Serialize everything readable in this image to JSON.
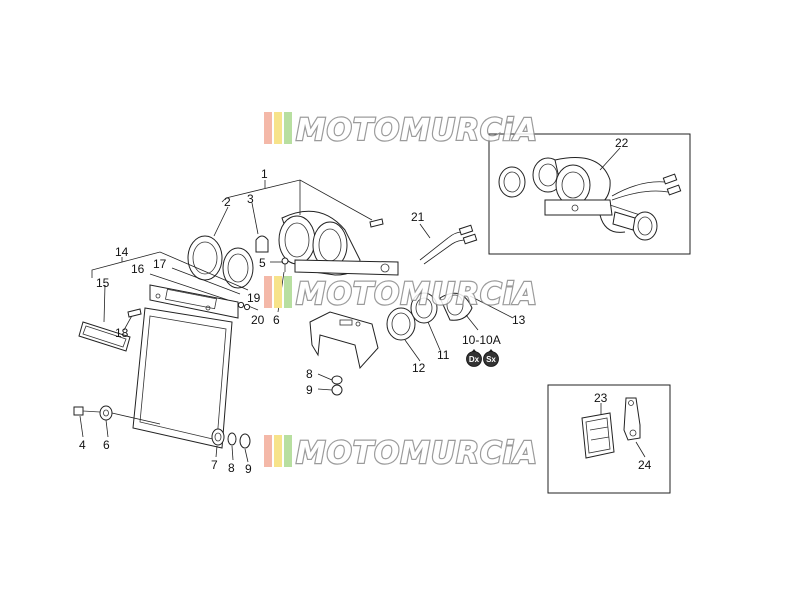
{
  "watermark": {
    "text": "MOTOMURCiA",
    "stripe_colors": [
      "#f4b8a8",
      "#f7e38a",
      "#b8dfa0"
    ]
  },
  "callouts": {
    "c1": "1",
    "c2": "2",
    "c3": "3",
    "c5": "5",
    "c6a": "6",
    "c4": "4",
    "c6b": "6",
    "c7": "7",
    "c8a": "8",
    "c9a": "9",
    "c8b": "8",
    "c9b": "9",
    "c10": "10-10A",
    "c11": "11",
    "c12": "12",
    "c13": "13",
    "c14": "14",
    "c15": "15",
    "c16": "16",
    "c17": "17",
    "c18": "18",
    "c19": "19",
    "c20": "20",
    "c21": "21",
    "c22": "22",
    "c23": "23",
    "c24": "24"
  },
  "side_badges": {
    "right": "Dx",
    "left": "Sx"
  }
}
